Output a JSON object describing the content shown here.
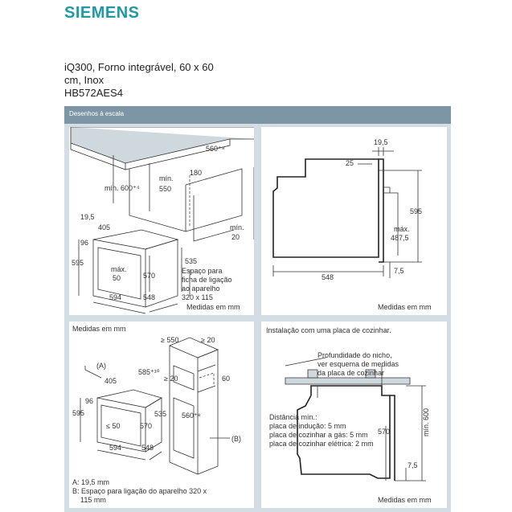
{
  "brand": "SIEMENS",
  "product": {
    "line1": "iQ300, Forno integrável, 60 x 60",
    "line2": "cm, Inox",
    "model": "HB572AES4"
  },
  "section_header": "Desenhos à escala",
  "panel1": {
    "labels": [
      "560⁺⁸",
      "mín. 600⁺⁴",
      "mín.",
      "550",
      "180",
      "mín.",
      "20",
      "19,5",
      "405",
      "96",
      "595",
      "máx.",
      "50",
      "535",
      "570",
      "594",
      "548",
      "Espaço para",
      "ficha de ligação",
      "ao aparelho",
      "320 x 115",
      "Medidas em mm"
    ]
  },
  "panel2": {
    "labels": [
      "19,5",
      "25",
      "595",
      "máx.",
      "487,5",
      "548",
      "7,5",
      "Medidas em mm"
    ]
  },
  "panel3": {
    "labels": [
      "Medidas em mm",
      "≥ 550",
      "≥ 20",
      "(A)",
      "585⁺¹⁰",
      "≥ 20",
      "405",
      "60",
      "96",
      "595",
      "≤ 50",
      "570",
      "535",
      "560⁺⁸",
      "594",
      "548",
      "(B)",
      "A: 19,5 mm",
      "B: Espaço para ligação do aparelho 320 x",
      "115 mm"
    ]
  },
  "panel4": {
    "labels": [
      "Instalação com uma placa de cozinhar.",
      "Profundidade do nicho,",
      "ver esquema de medidas",
      "da placa de cozinhar",
      "Distância mín.:",
      "placa de indução: 5 mm",
      "placa de cozinhar a gás: 5 mm",
      "placa de cozinhar elétrica: 2 mm",
      "570",
      "mín. 600",
      "7,5",
      "Medidas em mm"
    ]
  }
}
